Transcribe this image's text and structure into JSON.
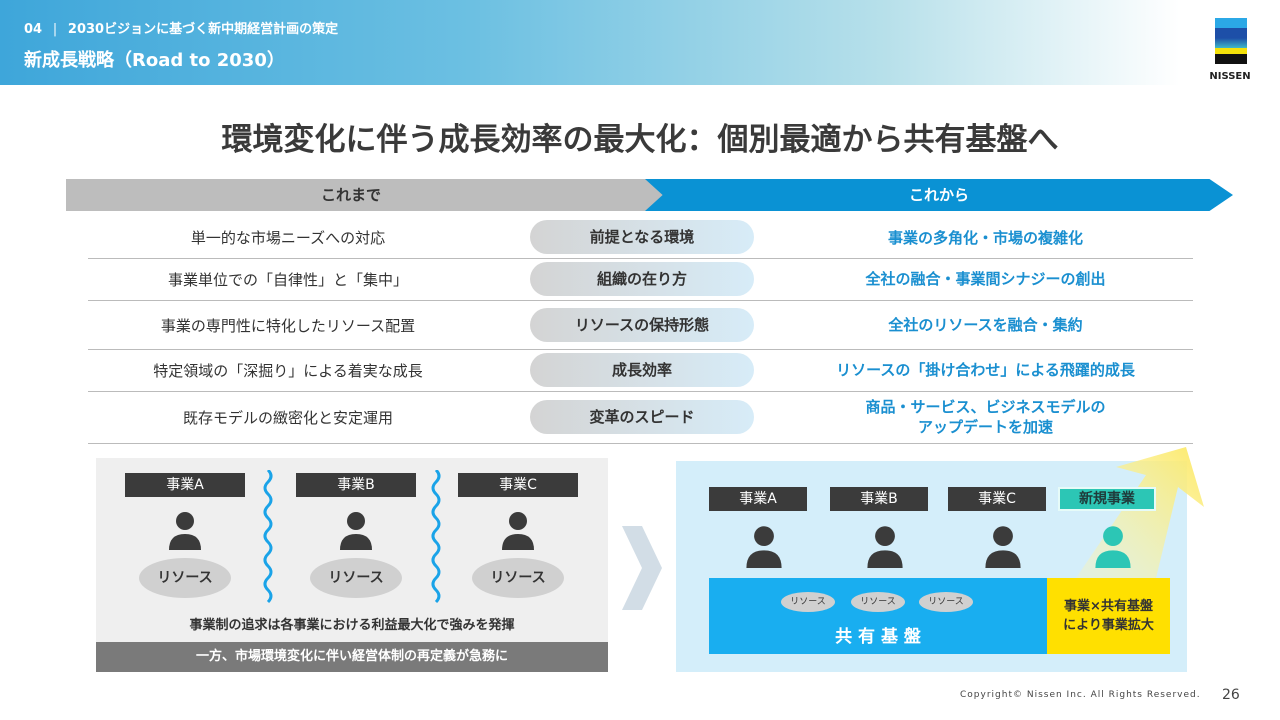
{
  "header": {
    "section": "04",
    "divider": "|",
    "subtitle": "2030ビジョンに基づく新中期経営計画の策定",
    "title": "新成長戦略（Road to 2030）",
    "logo_text": "NISSEN"
  },
  "main_title": "環境変化に伴う成長効率の最大化：個別最適から共有基盤へ",
  "comparison": {
    "before_label": "これまで",
    "after_label": "これから",
    "rows": [
      {
        "before": "単一的な市場ニーズへの対応",
        "aspect": "前提となる環境",
        "after": "事業の多角化・市場の複雑化"
      },
      {
        "before": "事業単位での「自律性」と「集中」",
        "aspect": "組織の在り方",
        "after": "全社の融合・事業間シナジーの創出"
      },
      {
        "before": "事業の専門性に特化したリソース配置",
        "aspect": "リソースの保持形態",
        "after": "全社のリソースを融合・集約"
      },
      {
        "before": "特定領域の「深掘り」による着実な成長",
        "aspect": "成長効率",
        "after": "リソースの「掛け合わせ」による飛躍的成長"
      },
      {
        "before": "既存モデルの緻密化と安定運用",
        "aspect": "変革のスピード",
        "after": "商品・サービス、ビジネスモデルの\nアップデートを加速"
      }
    ]
  },
  "before_diagram": {
    "units": [
      {
        "label": "事業A",
        "resource": "リソース"
      },
      {
        "label": "事業B",
        "resource": "リソース"
      },
      {
        "label": "事業C",
        "resource": "リソース"
      }
    ],
    "caption": "事業制の追求は各事業における利益最大化で強みを発揮",
    "footer": "一方、市場環境変化に伴い経営体制の再定義が急務に"
  },
  "after_diagram": {
    "units": [
      "事業A",
      "事業B",
      "事業C"
    ],
    "new_unit": "新規事業",
    "resources": [
      "リソース",
      "リソース",
      "リソース"
    ],
    "platform": "共 有 基 盤",
    "expansion": "事業×共有基盤\nにより事業拡大"
  },
  "footer": {
    "copyright": "Copyright© Nissen Inc. All Rights Reserved.",
    "page": "26"
  },
  "colors": {
    "accent": "#0a92d4",
    "teal": "#2cc6b5",
    "yellow": "#ffe000",
    "platform": "#19aef0"
  }
}
